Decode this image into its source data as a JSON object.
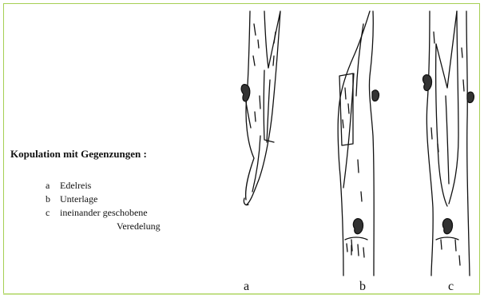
{
  "figure": {
    "title": "Kopulation mit Gegenzungen :",
    "legend": [
      {
        "key": "a",
        "text": "Edelreis"
      },
      {
        "key": "b",
        "text": "Unterlage"
      },
      {
        "key": "c",
        "text": "ineinander geschobene"
      }
    ],
    "legend_continuation": "Veredelung",
    "panel_labels": [
      "a",
      "b",
      "c"
    ],
    "colors": {
      "frame": "#a6cf54",
      "ink": "#111111"
    }
  }
}
